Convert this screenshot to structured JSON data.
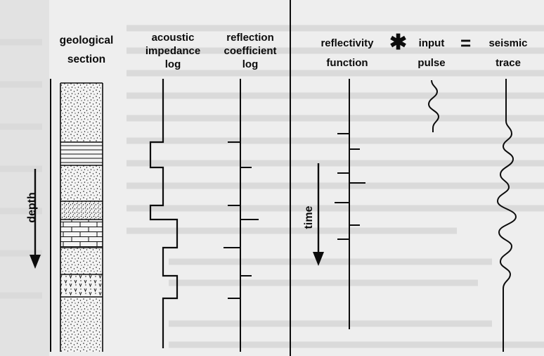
{
  "labels": {
    "geological_section": "geological\nsection",
    "acoustic_impedance_log": "acoustic\nimpedance\nlog",
    "reflection_coefficient_log": "reflection\ncoefficient\nlog",
    "reflectivity_function": "reflectivity\nfunction",
    "convolution_operator": "✱",
    "input_pulse": "input\npulse",
    "equals_operator": "=",
    "seismic_trace": "seismic\ntrace",
    "depth_axis": "depth",
    "time_axis": "time"
  },
  "colors": {
    "ink": "#0c0c0c",
    "paper": "#eeeeee"
  }
}
